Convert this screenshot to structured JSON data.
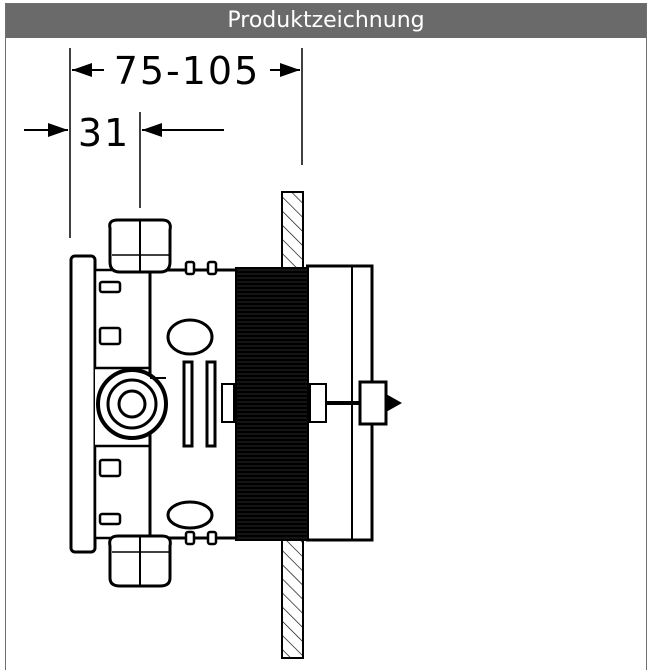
{
  "header": {
    "title": "Produktzeichnung"
  },
  "dimensions": {
    "overall": "75-105",
    "offset": "31"
  },
  "colors": {
    "header_bg": "#6a6a6a",
    "header_text": "#ffffff",
    "ink": "#000000"
  }
}
